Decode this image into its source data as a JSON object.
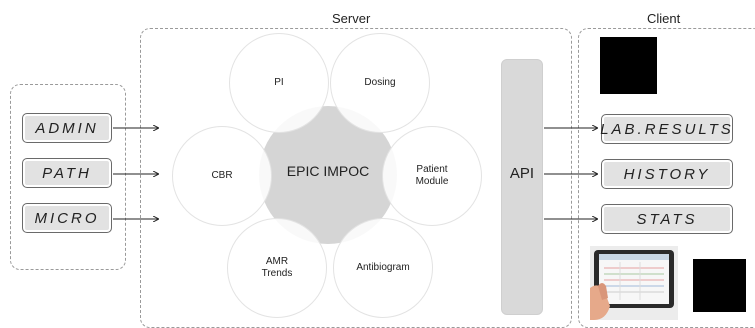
{
  "regions": {
    "server_title": "Server",
    "client_title": "Client"
  },
  "sources": [
    "ADMIN",
    "PATH",
    "MICRO"
  ],
  "hub_label": "EPIC IMPOC",
  "modules": {
    "pi": "PI",
    "dosing": "Dosing",
    "cbr": "CBR",
    "patient_module": "Patient\nModule",
    "amr_trends": "AMR\nTrends",
    "antibiogram": "Antibiogram"
  },
  "api_label": "API",
  "outputs": [
    "LAB.RESULTS",
    "HISTORY",
    "STATS"
  ],
  "colors": {
    "box_fill": "#e2e2e2",
    "box_border": "#6a6a6a",
    "hub_fill": "#d5d5d5",
    "api_fill": "#d9d9d9",
    "dashed_border": "#9a9a9a"
  },
  "icons": {
    "tablet_image": "tablet-hand-photo",
    "placeholder_top": "black-square",
    "placeholder_bottom": "black-square"
  }
}
